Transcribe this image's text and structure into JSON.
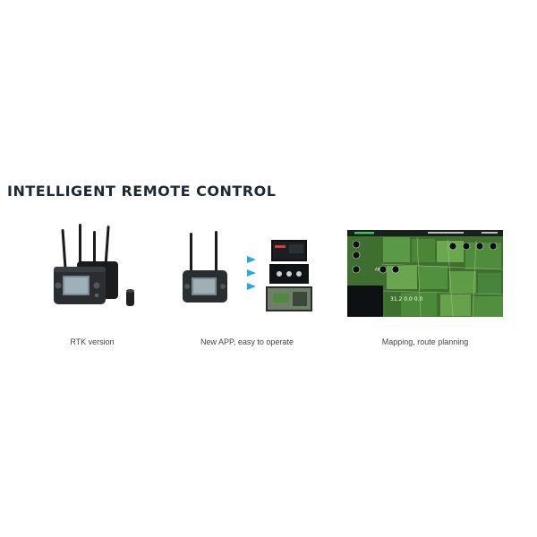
{
  "page": {
    "title": "INTELLIGENT REMOTE CONTROL"
  },
  "panels": [
    {
      "id": "rtk",
      "caption": "RTK version"
    },
    {
      "id": "app",
      "caption": "New APP, easy to operate"
    },
    {
      "id": "map",
      "caption": "Mapping, route planning"
    }
  ],
  "map_overlay": {
    "readout": "31.2 0.0 0.0",
    "mode_label": "AB"
  },
  "colors": {
    "accent_arrow": "#29a8e0",
    "device_body": "#2b2e31",
    "field_green": "#4e8a3a"
  }
}
